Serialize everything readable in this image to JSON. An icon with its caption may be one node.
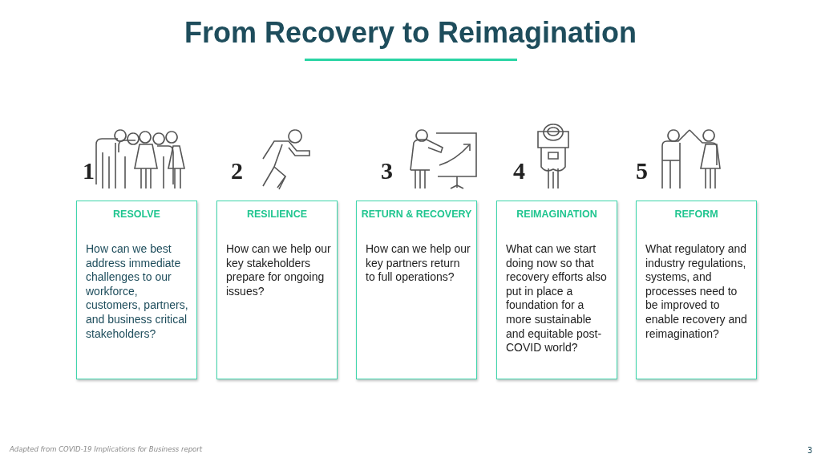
{
  "diagram": {
    "title": "From Recovery to Reimagination",
    "nodes": [
      {
        "text": [
          "RESOLVE",
          "How can we best address immediate challenges to our workforce, customers, partners, and business critical stakeholders?"
        ]
      },
      {
        "text": [
          "RESILIENCE",
          "How can we help our key stakeholders prepare for ongoing issues?"
        ]
      },
      {
        "text": [
          "RETURN & RECOVERY",
          "How can we help our key partners return to full operations?"
        ]
      },
      {
        "text": [
          "REIMAGINATION",
          "What can we start doing now so that recovery efforts also put in place a foundation for a more sustainable and equitable post-COVID world?"
        ]
      },
      {
        "text": [
          "REFORM",
          "What regulatory and industry regulations, systems, and processes need to be improved to enable recovery and reimagination?"
        ]
      }
    ],
    "labels": [
      "1",
      "2",
      "3",
      "4",
      "5",
      "Adapted from COVID-19 Implications for Business report",
      "3"
    ]
  }
}
